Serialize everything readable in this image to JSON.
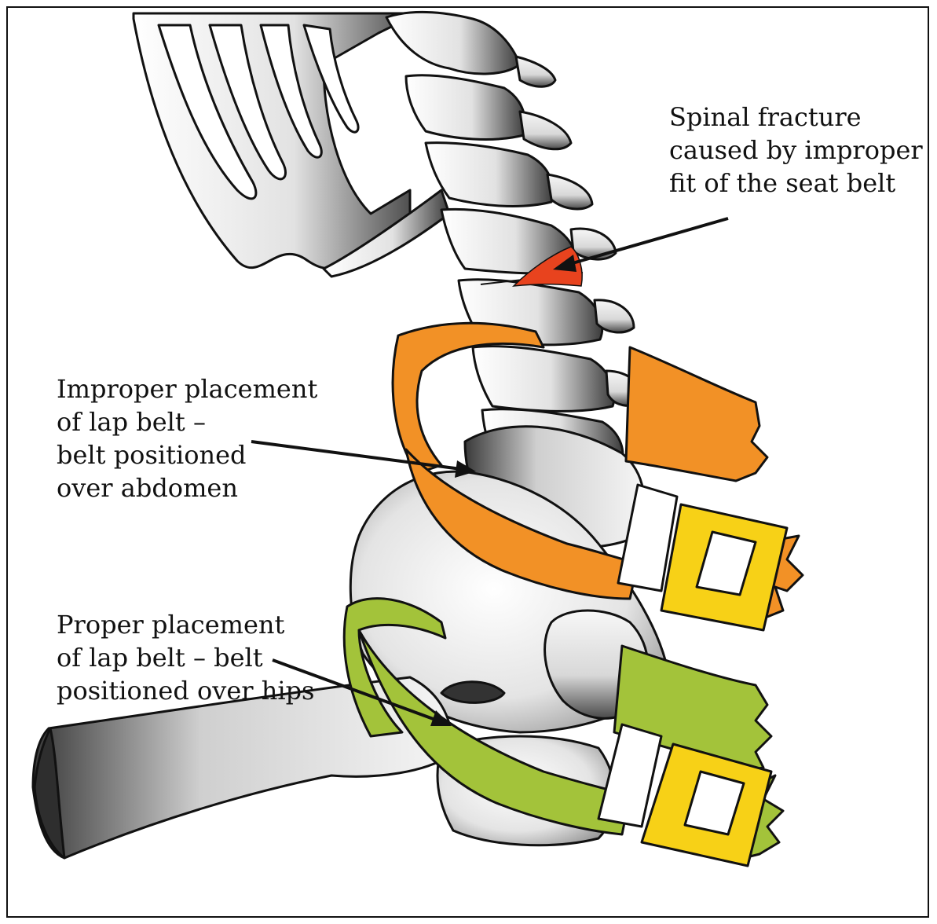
{
  "labels": {
    "fracture": "Spinal fracture\ncaused by improper\nfit of the seat belt",
    "improper": "Improper placement\nof lap belt –\nbelt positioned\nover abdomen",
    "proper": "Proper placement\nof lap belt – belt\npositioned over hips"
  },
  "colors": {
    "bone": "#e6e6e6",
    "bone_shadow": "#3a3a3a",
    "improper_belt": "#f29126",
    "proper_belt": "#a3c33a",
    "fracture": "#e8431e",
    "buckle": "#f7d117"
  }
}
